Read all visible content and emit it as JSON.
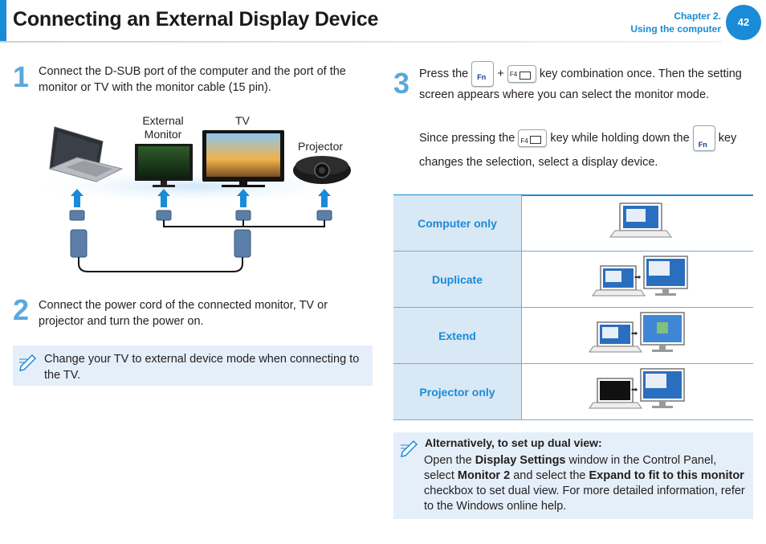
{
  "header": {
    "title": "Connecting an External Display Device",
    "chapter": "Chapter 2.",
    "section": "Using the computer",
    "page": "42"
  },
  "step1": {
    "number": "1",
    "text": "Connect the D-SUB port of the computer and the port of the monitor or TV with the monitor cable (15 pin).",
    "labels": {
      "monitor_line1": "External",
      "monitor_line2": "Monitor",
      "tv": "TV",
      "projector": "Projector"
    }
  },
  "step2": {
    "number": "2",
    "text": "Connect the power cord of the connected monitor, TV or projector and turn the power on."
  },
  "note1": {
    "text": "Change your TV to external device mode when connecting to the TV."
  },
  "step3": {
    "number": "3",
    "text_a1": "Press the",
    "text_plus": "+",
    "text_a2": "key combination once. Then the setting screen appears where you can select the monitor mode.",
    "text_b1": "Since pressing the",
    "text_b2": "key while holding down the",
    "text_b3": "key changes the selection, select a display device.",
    "key_fn": "Fn",
    "key_f4": "F4"
  },
  "display_modes": [
    {
      "label": "Computer only"
    },
    {
      "label": "Duplicate"
    },
    {
      "label": "Extend"
    },
    {
      "label": "Projector only"
    }
  ],
  "note2": {
    "heading": "Alternatively, to set up dual view:",
    "t1": "Open the ",
    "b1": "Display Settings",
    "t2": " window in the Control Panel, select ",
    "b2": "Monitor 2",
    "t3": " and select the ",
    "b3": "Expand to fit to this monitor",
    "t4": " checkbox to set dual view. For more detailed information, refer to the Windows online help."
  },
  "colors": {
    "accent": "#1a8bd6",
    "step_number": "#5aa8dc",
    "note_bg": "#e5eff9",
    "table_label_bg": "#d9e8f5"
  }
}
